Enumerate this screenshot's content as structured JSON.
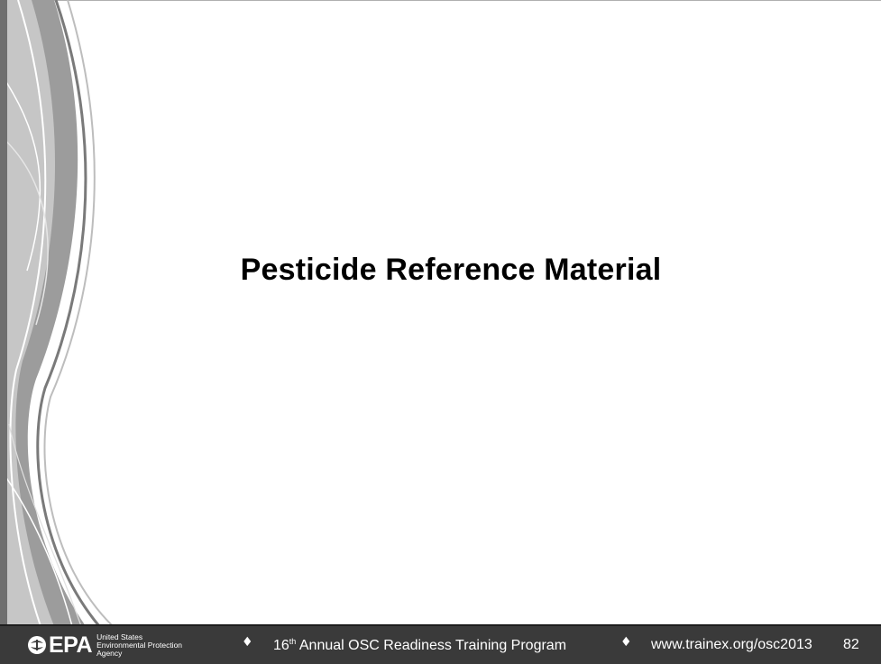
{
  "slide": {
    "title": "Pesticide Reference Material"
  },
  "footer": {
    "logo": {
      "wordmark": "EPA",
      "line1": "United States",
      "line2": "Environmental Protection",
      "line3": "Agency"
    },
    "separator": "♦",
    "program_number": "16",
    "program_suffix": "th",
    "program_rest": " Annual OSC Readiness Training Program",
    "url": "www.trainex.org/osc2013",
    "page_number": "82"
  },
  "colors": {
    "background": "#ffffff",
    "footer_bg": "#3a3a3a",
    "title": "#000000"
  }
}
